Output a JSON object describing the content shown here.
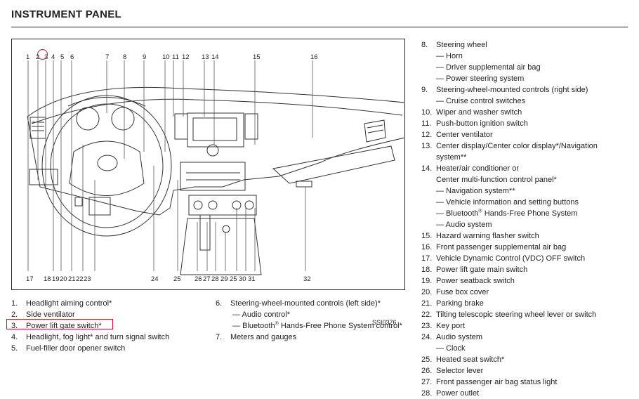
{
  "title": "INSTRUMENT PANEL",
  "figure": {
    "code": "SSI0376",
    "top_callouts": [
      "1",
      "2",
      "3",
      "4",
      "5",
      "6",
      "7",
      "8",
      "9",
      "10",
      "11",
      "12",
      "13",
      "14",
      "15",
      "16"
    ],
    "bottom_callouts": [
      "17",
      "18",
      "19",
      "20",
      "21",
      "22",
      "23",
      "24",
      "25",
      "26",
      "27",
      "28",
      "29",
      "25",
      "30",
      "31",
      "32"
    ],
    "highlighted_callout": "3"
  },
  "legend_left": [
    {
      "n": "1.",
      "text": "Headlight aiming control*"
    },
    {
      "n": "2.",
      "text": "Side ventilator"
    },
    {
      "n": "3.",
      "text": "Power lift gate switch*"
    },
    {
      "n": "4.",
      "text": "Headlight, fog light* and turn signal switch"
    },
    {
      "n": "5.",
      "text": "Fuel-filler door opener switch"
    }
  ],
  "legend_mid": [
    {
      "n": "6.",
      "text": "Steering-wheel-mounted controls (left side)*",
      "subs": [
        "— Audio control*",
        "— Bluetooth® Hands-Free Phone System control*"
      ]
    },
    {
      "n": "7.",
      "text": "Meters and gauges",
      "subs": []
    }
  ],
  "legend_right": [
    {
      "n": "8.",
      "text": "Steering wheel",
      "subs": [
        "— Horn",
        "— Driver supplemental air bag",
        "— Power steering system"
      ]
    },
    {
      "n": "9.",
      "text": "Steering-wheel-mounted controls (right side)",
      "subs": [
        "— Cruise control switches"
      ]
    },
    {
      "n": "10.",
      "text": "Wiper and washer switch",
      "subs": []
    },
    {
      "n": "11.",
      "text": "Push-button ignition switch",
      "subs": []
    },
    {
      "n": "12.",
      "text": "Center ventilator",
      "subs": []
    },
    {
      "n": "13.",
      "text": "Center display/Center color display*/Navigation",
      "subs": [
        "system**"
      ]
    },
    {
      "n": "14.",
      "text": "Heater/air conditioner or",
      "subs": [
        "Center multi-function control panel*",
        "— Navigation system**",
        "— Vehicle information and setting buttons",
        "— Bluetooth® Hands-Free Phone System",
        "— Audio system"
      ]
    },
    {
      "n": "15.",
      "text": "Hazard warning flasher switch",
      "subs": []
    },
    {
      "n": "16.",
      "text": "Front passenger supplemental air bag",
      "subs": []
    },
    {
      "n": "17.",
      "text": "Vehicle Dynamic Control (VDC) OFF switch",
      "subs": []
    },
    {
      "n": "18.",
      "text": "Power lift gate main switch",
      "subs": []
    },
    {
      "n": "19.",
      "text": "Power seatback switch",
      "subs": []
    },
    {
      "n": "20.",
      "text": "Fuse box cover",
      "subs": []
    },
    {
      "n": "21.",
      "text": "Parking brake",
      "subs": []
    },
    {
      "n": "22.",
      "text": "Tilting telescopic steering wheel lever or switch",
      "subs": []
    },
    {
      "n": "23.",
      "text": "Key port",
      "subs": []
    },
    {
      "n": "24.",
      "text": "Audio system",
      "subs": [
        "— Clock"
      ]
    },
    {
      "n": "25.",
      "text": "Heated seat switch*",
      "subs": []
    },
    {
      "n": "26.",
      "text": "Selector lever",
      "subs": []
    },
    {
      "n": "27.",
      "text": "Front passenger air bag status light",
      "subs": []
    },
    {
      "n": "28.",
      "text": "Power outlet",
      "subs": []
    }
  ]
}
